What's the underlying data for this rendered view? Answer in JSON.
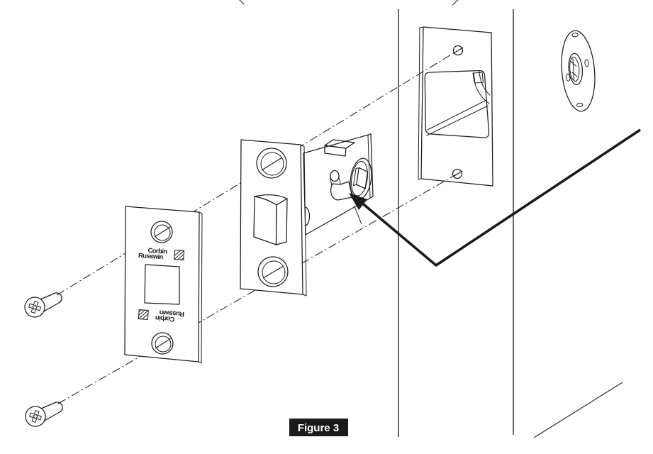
{
  "figure": {
    "label": "Figure 3"
  },
  "brand": {
    "line1": "Corbin",
    "line2": "Russwin"
  },
  "colors": {
    "ink": "#1c1c1c",
    "door_line": "#4d4d4d",
    "dash_line": "#2a2a2a",
    "arrow": "#1a1a1a",
    "label_background": "#1a1a1a",
    "label_text": "#ffffff",
    "background": "#ffffff"
  }
}
